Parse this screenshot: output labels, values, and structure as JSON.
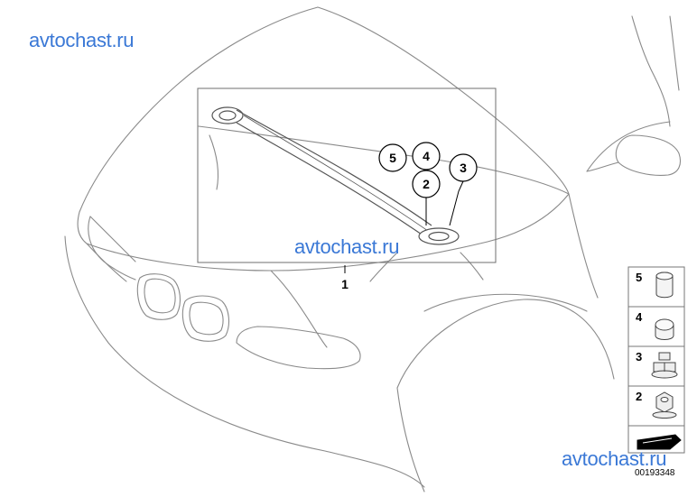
{
  "watermarks": {
    "top_left": "avtochast.ru",
    "center": "avtochast.ru",
    "bottom_right": "avtochast.ru"
  },
  "main_callouts": {
    "assembly": "1",
    "nut_a": "2",
    "nut_b": "3",
    "cap_a": "4",
    "cap_b": "5"
  },
  "parts_legend": [
    {
      "number": "5",
      "icon": "cap-tall-icon"
    },
    {
      "number": "4",
      "icon": "cap-short-icon"
    },
    {
      "number": "3",
      "icon": "flange-nut-icon"
    },
    {
      "number": "2",
      "icon": "hex-nut-icon"
    }
  ],
  "diagram_id": "00193348",
  "colors": {
    "line": "#7a7a7a",
    "ink": "#000000",
    "watermark": "#3a78d6"
  }
}
